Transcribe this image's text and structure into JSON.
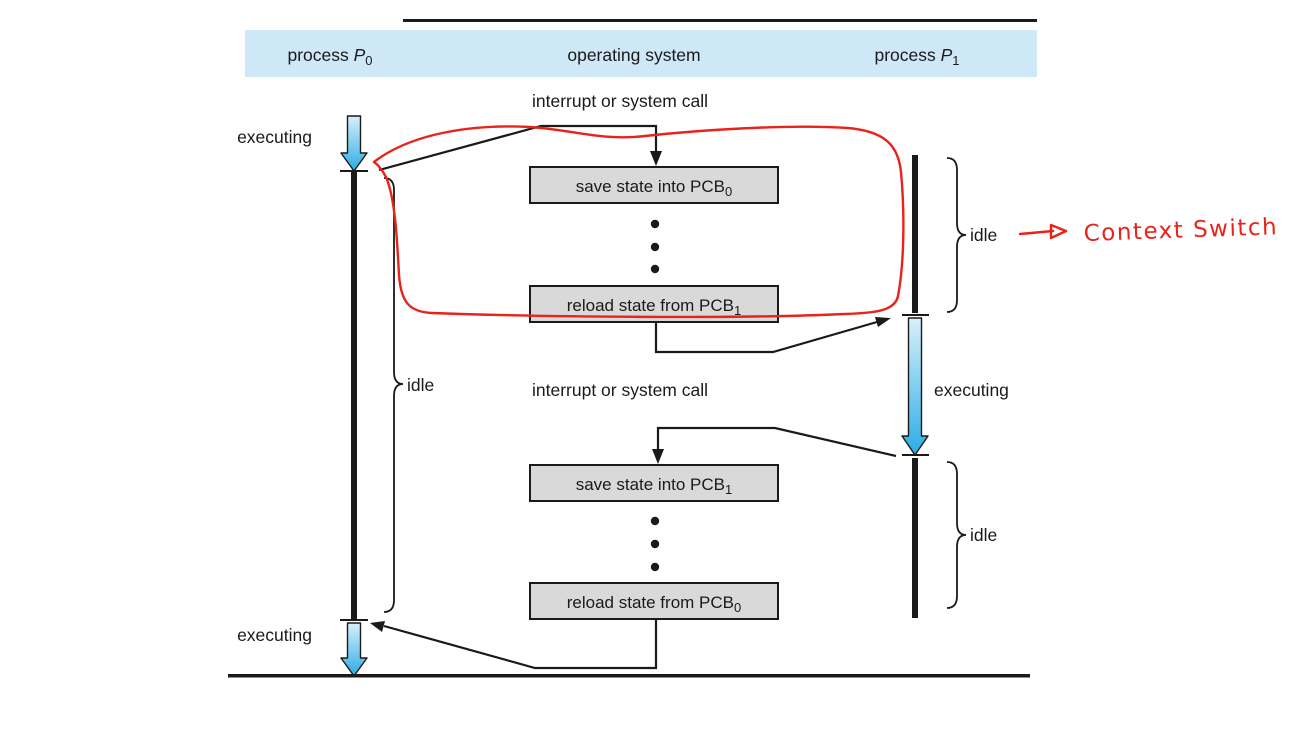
{
  "colors": {
    "header_bg": "#cfe8f7",
    "box_fill": "#d9d9d9",
    "ink": "#1a1a1a",
    "arrow_blue_top": "#d8f0fb",
    "arrow_blue_bottom": "#2bace5",
    "red_ink": "#e8231c"
  },
  "header": {
    "left": {
      "prefix": "process ",
      "symbol": "P",
      "sub": "0"
    },
    "center": "operating system",
    "right": {
      "prefix": "process ",
      "symbol": "P",
      "sub": "1"
    }
  },
  "events": {
    "interrupt_top": "interrupt or system call",
    "interrupt_bottom": "interrupt or system call"
  },
  "states": {
    "p0_executing_top": "executing",
    "p0_executing_bottom": "executing",
    "p0_idle": "idle",
    "p1_idle_top": "idle",
    "p1_executing": "executing",
    "p1_idle_bottom": "idle"
  },
  "boxes": {
    "save0": {
      "text": "save state into PCB",
      "sub": "0"
    },
    "reload1": {
      "text": "reload state from PCB",
      "sub": "1"
    },
    "save1": {
      "text": "save state into PCB",
      "sub": "1"
    },
    "reload0": {
      "text": "reload state from PCB",
      "sub": "0"
    }
  },
  "annotation": {
    "label": "Context Switch"
  }
}
